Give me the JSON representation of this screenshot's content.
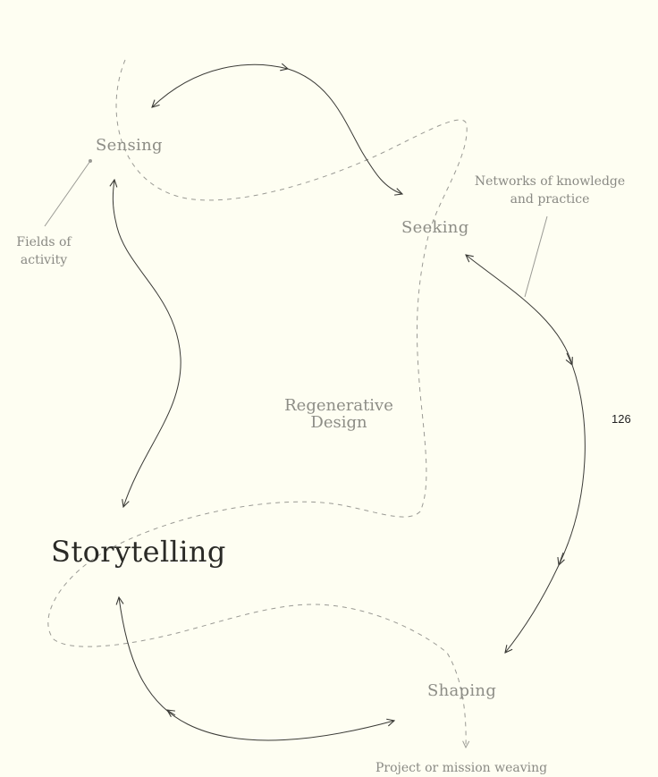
{
  "diagram": {
    "nodes": {
      "sensing": "Sensing",
      "seeking": "Seeking",
      "shaping": "Shaping",
      "storytelling": "Storytelling",
      "center": "Regenerative Design"
    },
    "notes": {
      "fields": "Fields of activity",
      "networks": "Networks of knowledge and practice",
      "project": "Project or mission weaving"
    },
    "page_number": "126",
    "colors": {
      "background": "#fefef2",
      "arrow": "#3a3a36",
      "dashed": "#9a9a94",
      "label": "#8d8d86",
      "emphasis": "#2a2a26"
    }
  }
}
